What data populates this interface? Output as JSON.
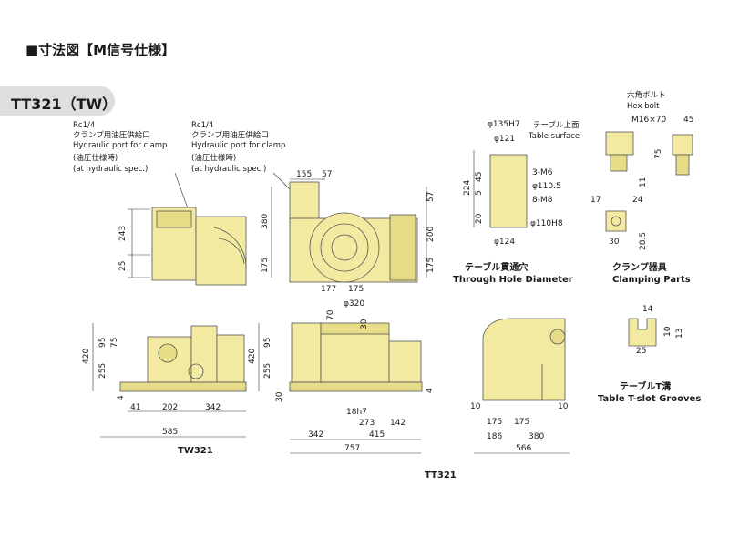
{
  "page_title": "■寸法図【M信号仕様】",
  "model_tag": "TT321（TW）",
  "notes": {
    "port1": [
      "Rc1/4",
      "クランプ用油圧供給口",
      "Hydraulic port for clamp",
      "(油圧仕様時)",
      "(at hydraulic spec.)"
    ],
    "port2": [
      "Rc1/4",
      "クランプ用油圧供給口",
      "Hydraulic port for clamp",
      "(油圧仕様時)",
      "(at hydraulic spec.)"
    ]
  },
  "captions": {
    "tw": "TW321",
    "tt": "TT321",
    "through_hole_jp": "テーブル貫通穴",
    "through_hole_en": "Through Hole Diameter",
    "clamp_jp": "クランプ器具",
    "clamp_en": "Clamping Parts",
    "tslot_jp": "テーブルT溝",
    "tslot_en": "Table T-slot Grooves"
  },
  "hex_bolt": {
    "jp": "六角ボルト",
    "en": "Hex bolt",
    "size": "M16×70"
  },
  "table_surface": {
    "jp": "テーブル上面",
    "en": "Table surface"
  },
  "dims": {
    "tw_top": {
      "h243": "243",
      "h25": "25"
    },
    "tt_top": {
      "w155": "155",
      "w57": "57",
      "h380": "380",
      "h175": "175",
      "h57": "57",
      "h200": "200",
      "h175b": "175"
    },
    "through": {
      "d135": "φ135H7",
      "d121": "φ121",
      "d110": "φ110.5",
      "d110h": "φ110H8",
      "d124": "φ124",
      "h224": "224",
      "h45": "45",
      "h5": "5",
      "h20": "20",
      "m6": "3-M6",
      "m8": "8-M8"
    },
    "clamp": {
      "w45": "45",
      "h75": "75",
      "h11": "11",
      "h17": "17",
      "h24": "24",
      "w30": "30",
      "h285": "28.5"
    },
    "tw_front": {
      "h420": "420",
      "h95": "95",
      "h75": "75",
      "h255": "255",
      "h4": "4",
      "w41": "41",
      "w202": "202",
      "w342": "342",
      "w585": "585"
    },
    "tt_front": {
      "w177": "177",
      "w175": "175",
      "d320": "φ320",
      "h70": "70",
      "h30": "30",
      "h420": "420",
      "h95": "95",
      "h255": "255",
      "h30b": "30",
      "h4": "4",
      "w18": "18h7",
      "w273": "273",
      "w142": "142",
      "w342": "342",
      "w415": "415",
      "w757": "757"
    },
    "side": {
      "w10a": "10",
      "w10b": "10",
      "w175a": "175",
      "w175b": "175",
      "w186": "186",
      "w380": "380",
      "w566": "566"
    },
    "tslot": {
      "w14": "14",
      "w25": "25",
      "h10": "10",
      "h13": "13"
    }
  },
  "colors": {
    "body": "#f2eaa0",
    "body_dark": "#e7dc87",
    "line": "#555555",
    "tag_bg": "#dedede"
  }
}
